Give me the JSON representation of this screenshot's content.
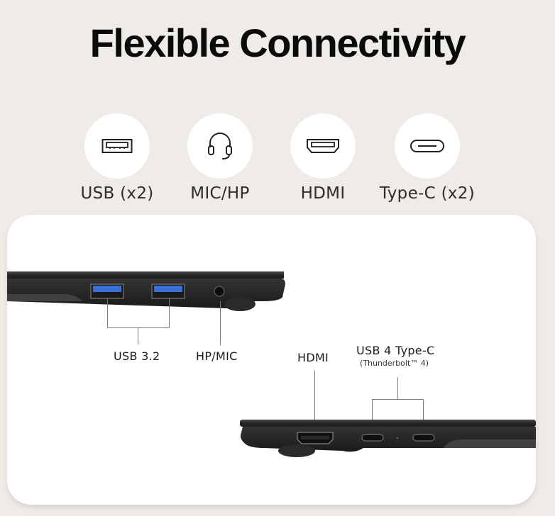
{
  "header": {
    "title": "Flexible Connectivity"
  },
  "features": [
    {
      "icon": "usb-a-icon",
      "label": "USB (x2)"
    },
    {
      "icon": "headset-icon",
      "label": "MIC/HP"
    },
    {
      "icon": "hdmi-icon",
      "label": "HDMI"
    },
    {
      "icon": "usb-c-icon",
      "label": "Type-C (x2)"
    }
  ],
  "diagram": {
    "left_side": {
      "callouts": [
        {
          "label": "USB 3.2"
        },
        {
          "label": "HP/MIC"
        }
      ]
    },
    "right_side": {
      "callouts": [
        {
          "label": "HDMI"
        },
        {
          "label": "USB 4 Type-C",
          "sublabel": "(Thunderbolt™ 4)"
        }
      ]
    }
  },
  "colors": {
    "background": "#efebe6",
    "card": "#ffffff",
    "laptop_body": "#2b2b2b",
    "usb_port_blue": "#3a6fd8"
  }
}
